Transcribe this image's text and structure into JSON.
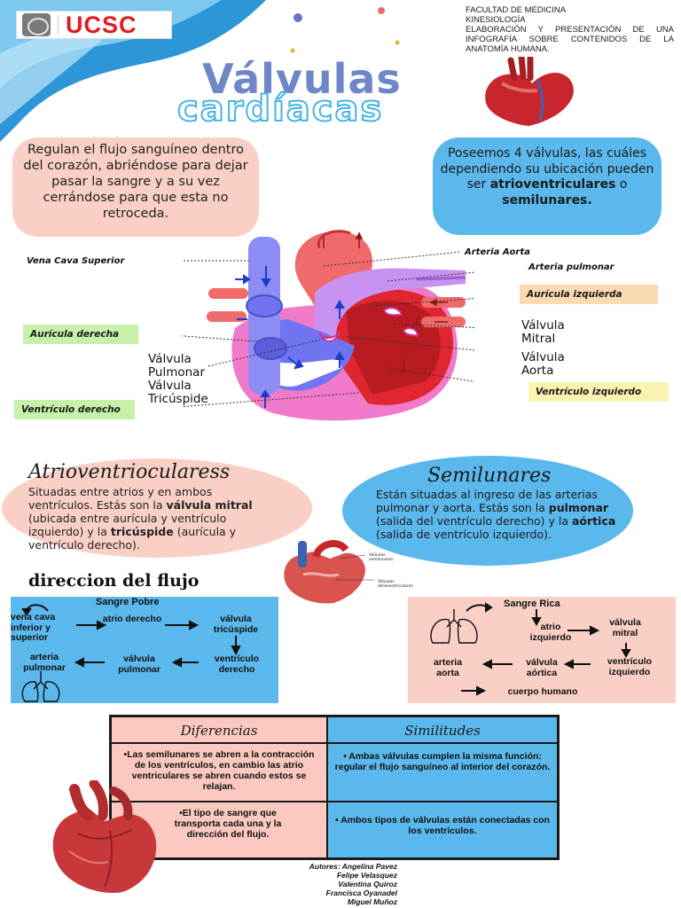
{
  "header": {
    "logo_text": "UCSC",
    "faculty_lines": [
      "FACULTAD DE MEDICINA",
      "KINESIOLOGÍA",
      "ELABORACIÓN Y PRESENTACIÓN DE UNA INFOGRAFÍA SOBRE CONTENIDOS DE LA ANATOMÍA HUMANA."
    ],
    "title_line1": "Válvulas",
    "title_line2": "cardíacas"
  },
  "intro": {
    "function_text": "Regulan el flujo sanguíneo dentro del corazón, abriéndose para dejar pasar la sangre y a su vez cerrándose para que esta no retroceda.",
    "types_text_a": "Poseemos 4 válvulas, las cuáles dependiendo su ubicación pueden ser ",
    "types_bold1": "atrioventriculares",
    "types_text_b": " o ",
    "types_bold2": "semilunares."
  },
  "diagram": {
    "vena_cava": "Vena Cava Superior",
    "arteria_aorta": "Arteria Aorta",
    "arteria_pulmonar": "Arteria pulmonar",
    "auricula_izquierda": "Aurícula izquierda",
    "auricula_derecha": "Aurícula derecha",
    "valvula_mitral": "Válvula Mitral",
    "valvula_aorta": "Válvula Aorta",
    "valvula_pulmonar": "Válvula Pulmonar",
    "valvula_tricuspide": "Válvula Tricúspide",
    "ventriculo_izquierdo": "Ventrículo izquierdo",
    "ventriculo_derecho": "Ventrículo derecho"
  },
  "atrio": {
    "title": "Atrioventriocularess",
    "t1": "Situadas entre atrios y en ambos ventrículos. Estás son la ",
    "b1": "válvula mitral",
    "t2": " (ubicada entre aurícula y ventrículo izquierdo) y la ",
    "b2": "tricúspide",
    "t3": " (aurícula y ventrículo derecho)."
  },
  "semi": {
    "title": "Semilunares",
    "t1": "Están situadas al ingreso de  las arterias pulmonar y aorta. Estás son la ",
    "b1": "pulmonar",
    "t2": " (salida del ventrículo derecho) y la ",
    "b2": "aórtica",
    "t3": " (salida de ventrículo izquierdo)."
  },
  "small_heart_labels": {
    "top": "Válvulas semilunares",
    "bottom": "Válvulas atrioventriculares"
  },
  "flow": {
    "title": "direccion del flujo",
    "poor": {
      "heading": "Sangre Pobre",
      "n1": "vena cava inferior y superior",
      "n2": "atrio derecho",
      "n3": "válvula tricúspide",
      "n4": "ventrículo derecho",
      "n5": "válvula pulmonar",
      "n6": "arteria pulmonar"
    },
    "rich": {
      "heading": "Sangre Rica",
      "n1": "atrio izquierdo",
      "n2": "válvula mitral",
      "n3": "ventrículo izquierdo",
      "n4": "válvula aórtica",
      "n5": "arteria aorta",
      "n6": "cuerpo humano"
    }
  },
  "table": {
    "h_diff": "Diferencias",
    "h_sim": "Similitudes",
    "d1": "•Las semilunares se abren a la contracción de los ventrículos, en cambio las atrio ventriculares se abren cuando estos se relajan.",
    "s1": "• Ambas válvulas cumplen la misma función:  regular el flujo sanguíneo al interior del corazón.",
    "d2": "•El tipo de sangre que transporta cada una y la dirección del flujo.",
    "s2": "• Ambos tipos de válvulas están conectadas con los ventrículos."
  },
  "authors": [
    "Autores: Angelina Pavez",
    "Felipe Velasquez",
    "Valentina Quiroz",
    "Francisca Oyanadel",
    "Miguel Muñoz"
  ],
  "colors": {
    "blue": "#5bb8ec",
    "pink": "#fad0c6",
    "green_tag": "#c7f0a9",
    "orange_tag": "#fbdcb0",
    "yellow_tag": "#fbf4b0",
    "logo_red": "#e01b22"
  }
}
